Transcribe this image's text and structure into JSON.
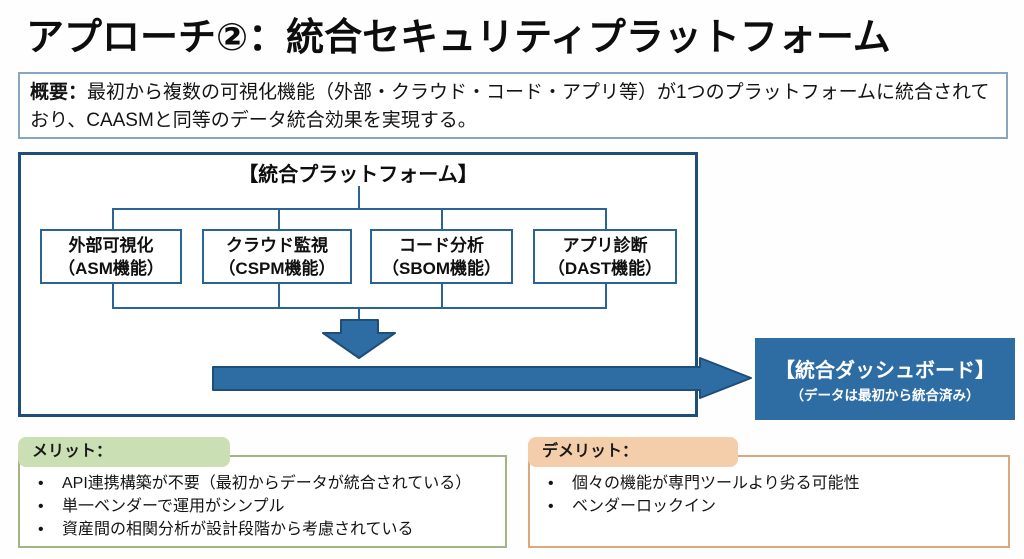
{
  "title": "アプローチ②：統合セキュリティプラットフォーム",
  "overview": {
    "label": "概要：",
    "text": "最初から複数の可視化機能（外部・クラウド・コード・アプリ等）が1つのプラットフォームに統合されており、CAASMと同等のデータ統合効果を実現する。"
  },
  "platform": {
    "title": "【統合プラットフォーム】",
    "modules": [
      {
        "name": "外部可視化",
        "function": "（ASM機能）"
      },
      {
        "name": "クラウド監視",
        "function": "（CSPM機能）"
      },
      {
        "name": "コード分析",
        "function": "（SBOM機能）"
      },
      {
        "name": "アプリ診断",
        "function": "（DAST機能）"
      }
    ]
  },
  "dashboard": {
    "title": "【統合ダッシュボード】",
    "subtitle": "（データは最初から統合済み）"
  },
  "merits": {
    "label": "メリット：",
    "items": [
      "API連携構築が不要（最初からデータが統合されている）",
      "単一ベンダーで運用がシンプル",
      "資産間の相関分析が設計段階から考慮されている"
    ]
  },
  "demerits": {
    "label": "デメリット：",
    "items": [
      "個々の機能が専門ツールより劣る可能性",
      "ベンダーロックイン"
    ]
  },
  "icons": {
    "down_arrow": "down-arrow-icon",
    "right_arrow": "right-arrow-icon"
  },
  "colors": {
    "line_blue": "#2a6496",
    "border_dark_blue": "#1f4e79",
    "arrow_fill": "#2e6da4",
    "dashboard_bg": "#2e6da4",
    "overview_border": "#8aa5c0",
    "merit_tab_bg": "#cbdfb4",
    "merit_border": "#a3b585",
    "demerit_tab_bg": "#f4cdaa",
    "demerit_border": "#dba87c",
    "text": "#111111"
  }
}
